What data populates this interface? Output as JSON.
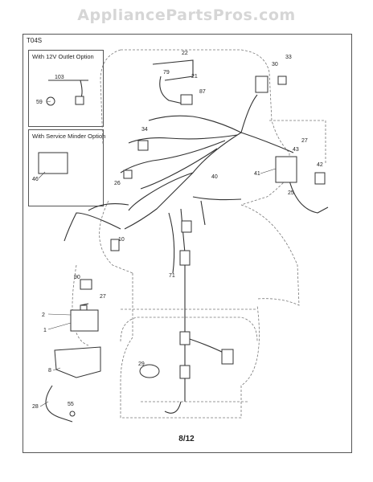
{
  "watermark": "AppliancePartsPros.com",
  "diagram_code": "T04S",
  "insets": {
    "outlet_title": "With 12V Outlet Option",
    "minder_title": "With Service Minder Option"
  },
  "page_number": "8/12",
  "part_labels": {
    "p22": "22",
    "p79": "79",
    "p21": "21",
    "p30": "30",
    "p33": "33",
    "p87": "87",
    "p34": "34",
    "p27a": "27",
    "p43": "43",
    "p41": "41",
    "p42": "42",
    "p40": "40",
    "p26": "26",
    "p25": "25",
    "p10": "10",
    "p71": "71",
    "p90": "90",
    "p2": "2",
    "p27b": "27",
    "p1": "1",
    "p8": "8",
    "p29": "29",
    "p28": "28",
    "p55": "55",
    "p103": "103",
    "p59": "59",
    "p46": "46"
  }
}
